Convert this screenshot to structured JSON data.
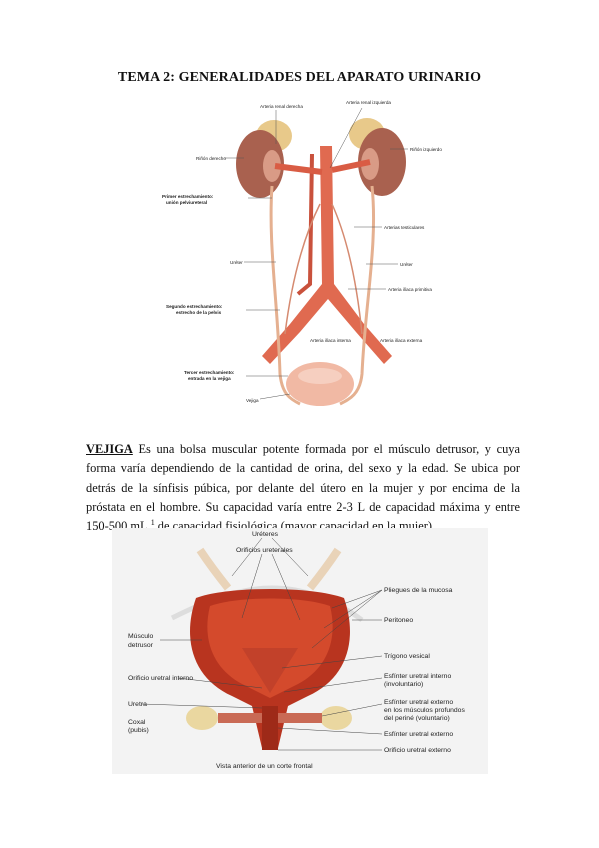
{
  "title": "TEMA 2: GENERALIDADES DEL APARATO URINARIO",
  "figure1": {
    "labels": {
      "arteria_renal_derecha": "Arteria renal derecha",
      "arteria_renal_izquierda": "Arteria renal izquierda",
      "rinon_derecho": "Riñón derecho",
      "rinon_izquierdo": "Riñón izquierdo",
      "primer_estrechamiento_1": "Primer estrechamiento:",
      "primer_estrechamiento_2": "unión pelviureteral",
      "arterias_testiculares": "Arterias testiculares",
      "ureter_left": "Uréter",
      "ureter_right": "Uréter",
      "arteria_iliaca_primitiva": "Arteria ilíaca primitiva",
      "segundo_estrechamiento_1": "Segundo estrechamiento:",
      "segundo_estrechamiento_2": "estrecho de la pelvis",
      "arteria_iliaca_interna": "Arteria ilíaca interna",
      "arteria_iliaca_externa": "Arteria ilíaca externa",
      "tercer_estrechamiento_1": "Tercer estrechamiento:",
      "tercer_estrechamiento_2": "entrada en la vejiga",
      "vejiga": "Vejiga"
    }
  },
  "paragraph": {
    "keyword": "VEJIGA",
    "text1": " Es una bolsa muscular potente formada por el músculo detrusor, y cuya forma varía dependiendo de la cantidad de orina, del sexo y la edad. Se ubica por detrás de la sínfisis púbica, por delante del útero en la mujer y por encima de la próstata en el hombre. Su capacidad varía entre 2-3 L de capacidad máxima y entre 150-500 mL.",
    "footnote": "1",
    "text2": " de capacidad fisiológica (mayor capacidad en la mujer)."
  },
  "figure2": {
    "labels": {
      "ureteres": "Uréteres",
      "orificios_ureterales": "Orificios ureterales",
      "pliegues_mucosa": "Pliegues de la mucosa",
      "peritoneo": "Peritoneo",
      "musculo_1": "Músculo",
      "musculo_2": "detrusor",
      "trigono": "Trígono vesical",
      "orificio_interno": "Orificio uretral interno",
      "esfinter_int_1": "Esfínter uretral interno",
      "esfinter_int_2": "(involuntario)",
      "uretra": "Uretra",
      "esfinter_ext_1": "Esfínter uretral externo",
      "esfinter_ext_2": "en los músculos profundos",
      "esfinter_ext_3": "del periné (voluntario)",
      "coxal_1": "Coxal",
      "coxal_2": "(pubis)",
      "esfinter_ext_b": "Esfínter uretral externo",
      "orificio_externo": "Orificio uretral externo",
      "caption": "Vista anterior de un corte frontal"
    }
  }
}
